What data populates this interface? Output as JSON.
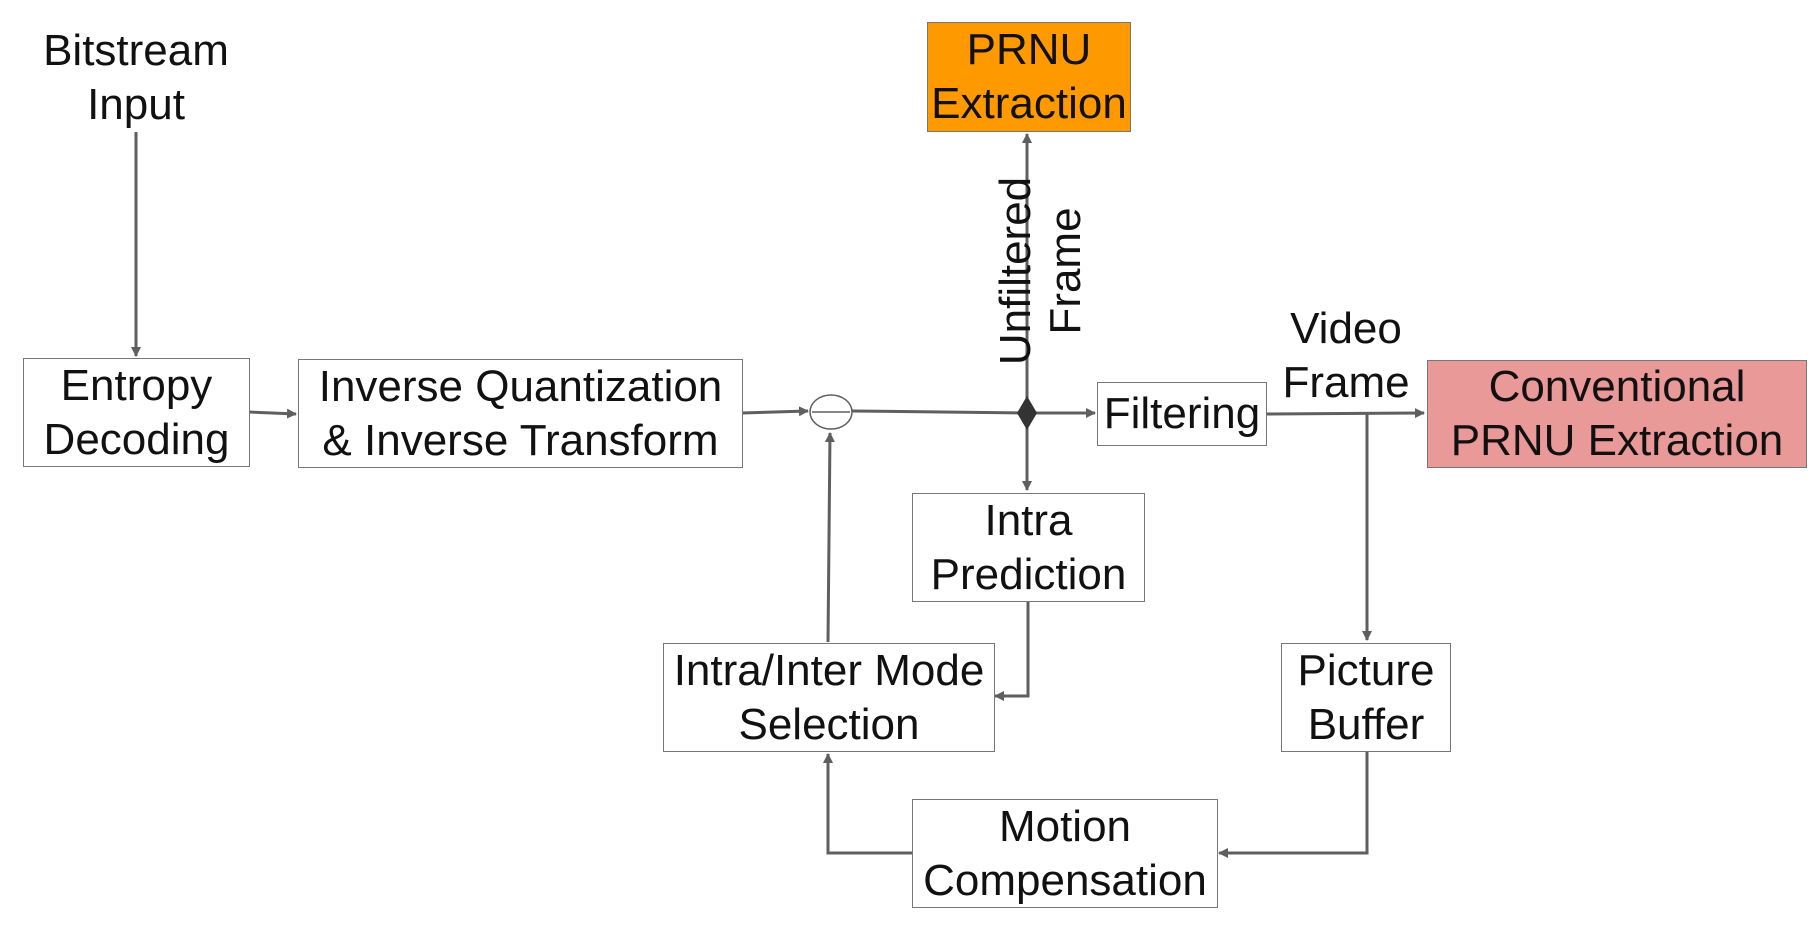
{
  "labels": {
    "bitstream_input": "Bitstream\nInput",
    "unfiltered_frame": "Unfiltered\nFrame",
    "video_frame": "Video\nFrame"
  },
  "boxes": {
    "entropy_decoding": "Entropy\nDecoding",
    "inverse_quant": "Inverse Quantization\n& Inverse Transform",
    "prnu_extraction": "PRNU\nExtraction",
    "filtering": "Filtering",
    "conventional_prnu": "Conventional\nPRNU Extraction",
    "intra_prediction": "Intra\nPrediction",
    "mode_selection": "Intra/Inter Mode\nSelection",
    "picture_buffer": "Picture\nBuffer",
    "motion_compensation": "Motion\nCompensation"
  },
  "colors": {
    "line": "#5f5f5f",
    "box_border": "#777777",
    "prnu_fill": "#ff9900",
    "conventional_fill": "#ea9999"
  }
}
